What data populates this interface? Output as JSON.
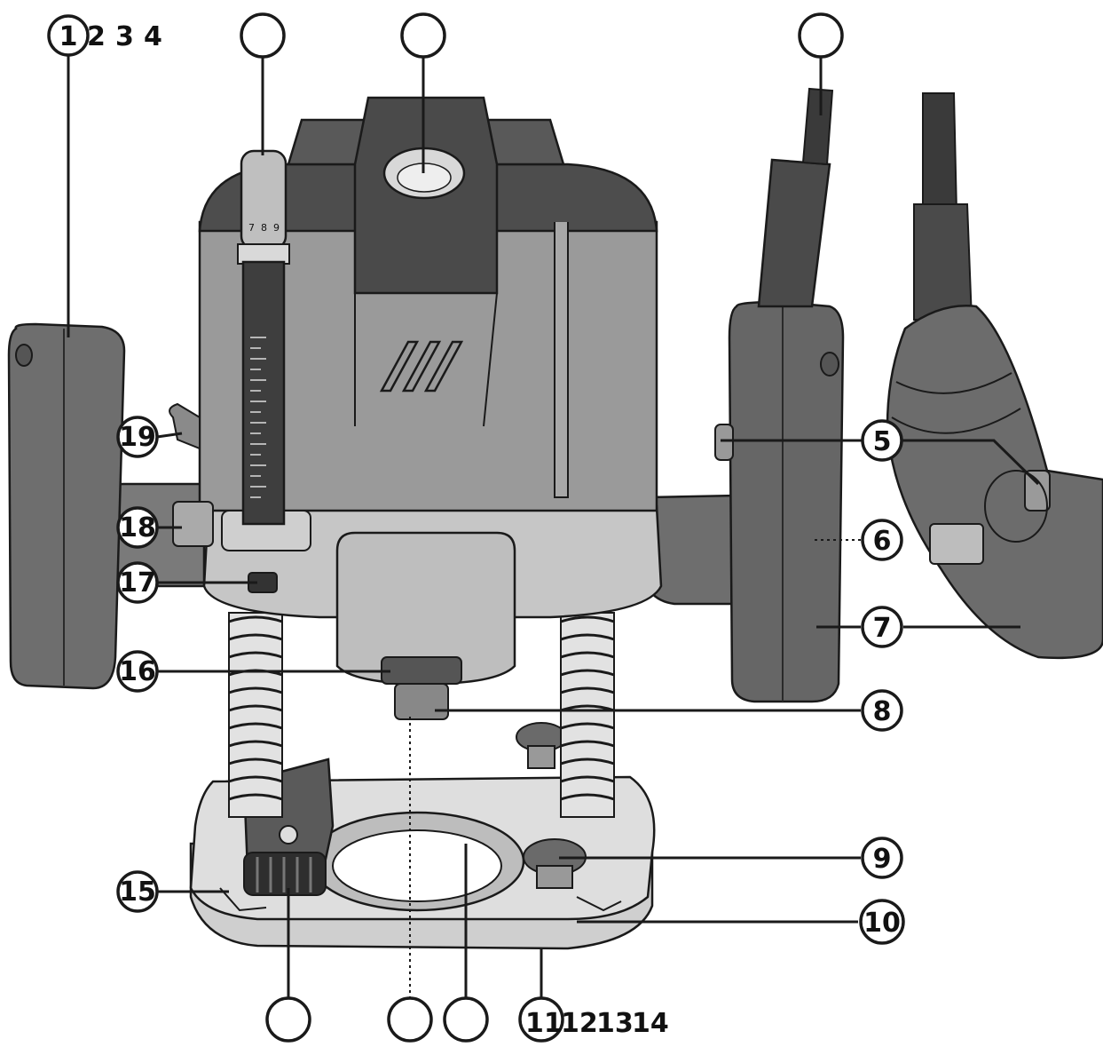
{
  "callouts": {
    "n1": "1",
    "n2": "2",
    "n3": "3",
    "n4": "4",
    "n5": "5",
    "n6": "6",
    "n7": "7",
    "n8": "8",
    "n9": "9",
    "n10": "10",
    "n11": "11",
    "n12": "12",
    "n13": "13",
    "n14": "14",
    "n15": "15",
    "n16": "16",
    "n17": "17",
    "n18": "18",
    "n19": "19"
  },
  "depth_scale": {
    "top_digits": [
      "7",
      "8",
      "9"
    ]
  },
  "colors": {
    "housing_dark": "#4a4a4a",
    "housing_mid": "#8e8e8e",
    "housing_light": "#b5b5b5",
    "base_light": "#d2d2d2",
    "handle": "#6e6e6e",
    "outline": "#1a1a1a"
  }
}
